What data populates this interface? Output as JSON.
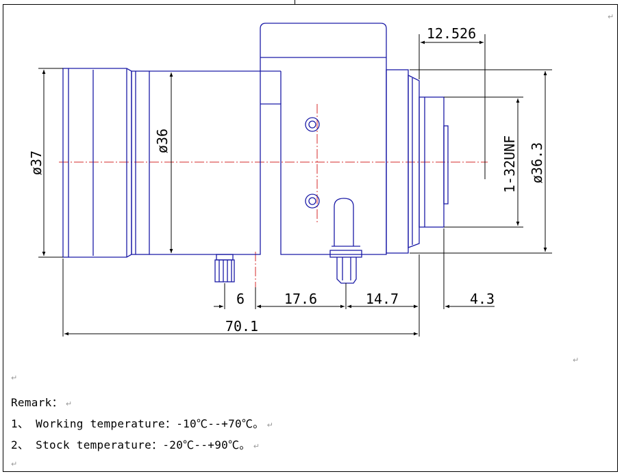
{
  "dimensions": {
    "d37": "ø37",
    "d36": "ø36",
    "d36_3": "ø36.3",
    "thread": "1-32UNF",
    "top_12_526": "12.526",
    "b6": "6",
    "b17_6": "17.6",
    "b14_7": "14.7",
    "b4_3": "4.3",
    "b70_1": "70.1"
  },
  "remarks": {
    "title": "Remark：",
    "item1": "1、 Working temperature：-10℃--+70℃。",
    "item2": "2、 Stock temperature：-20℃--+90℃。",
    "para_mark": "↵"
  },
  "colors": {
    "outline": "#1a1aa6",
    "dimension": "#000000",
    "centerline": "#d42a2a"
  }
}
